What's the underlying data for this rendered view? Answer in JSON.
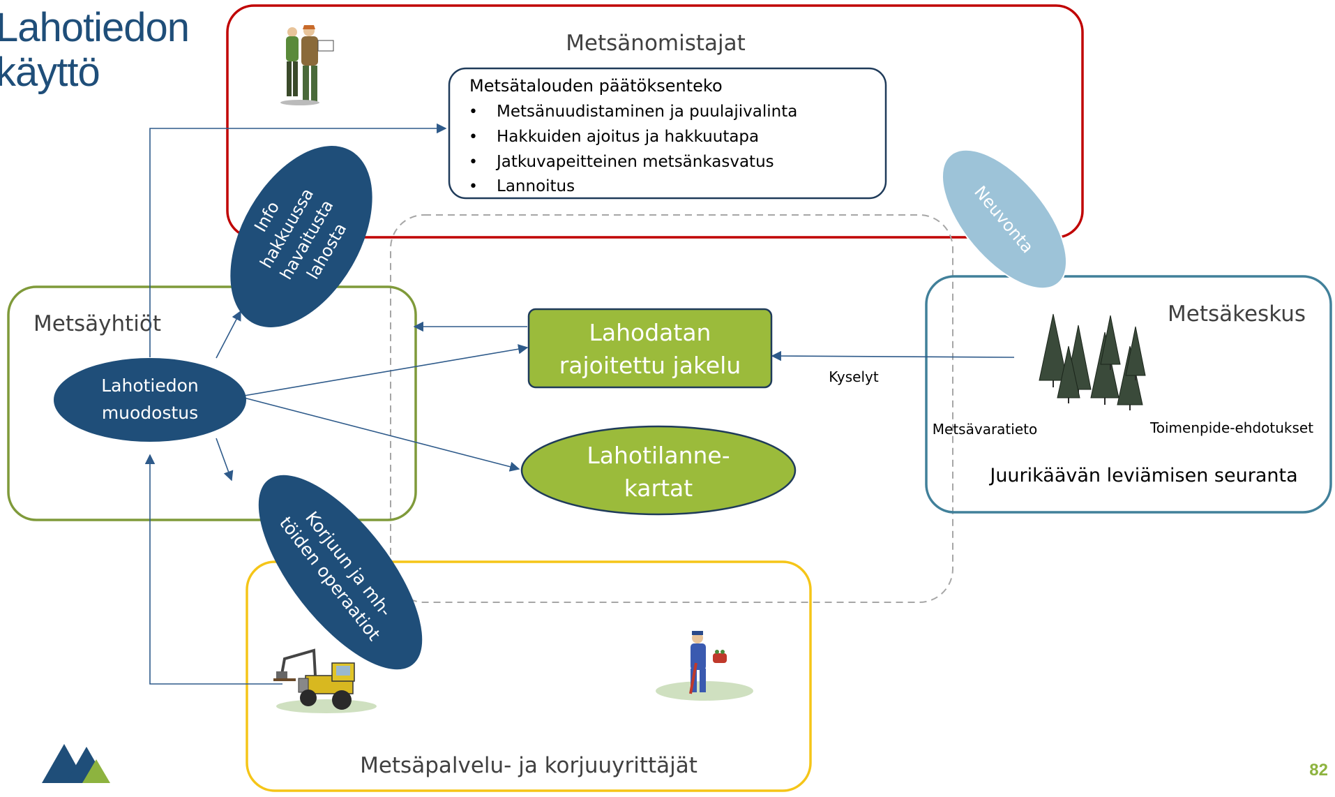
{
  "slide": {
    "title_line1": "Lahotiedon",
    "title_line2": "käyttö",
    "page_number": "82"
  },
  "colors": {
    "owners_border": "#c00000",
    "companies_border": "#7f9a3a",
    "center_border": "#a6a6a6",
    "contractors_border": "#f5c518",
    "forest_centre_border": "#41809a",
    "dark_blue": "#1f4e79",
    "light_blue": "#9dc3d8",
    "green_fill": "#9bbb3b",
    "arrow": "#2e5a8a"
  },
  "groups": {
    "owners": {
      "label": "Metsänomistajat",
      "icon": "forest-owners-people-icon"
    },
    "companies": {
      "label": "Metsäyhtiöt"
    },
    "forest_centre": {
      "label": "Metsäkeskus",
      "icon": "spruce-forest-icon",
      "sub_left": "Metsävaratieto",
      "sub_right": "Toimenpide-ehdotukset",
      "bottom": "Juurikäävän leviämisen seuranta"
    },
    "contractors": {
      "label": "Metsäpalvelu- ja korjuuyrittäjät",
      "icons": [
        "forest-machine-icon",
        "forest-worker-icon"
      ]
    }
  },
  "decision_box": {
    "title": "Metsätalouden päätöksenteko",
    "items": [
      "Metsänuudistaminen ja puulajivalinta",
      "Hakkuiden ajoitus ja hakkuutapa",
      "Jatkuvapeitteinen metsänkasvatus",
      "Lannoitus"
    ]
  },
  "nodes": {
    "formation_line1": "Lahotiedon",
    "formation_line2": "muodostus",
    "info_lines": [
      "Info",
      "hakkuussa",
      "havaitusta",
      "lahosta"
    ],
    "harvest_lines": [
      "Korjuun ja mh-",
      "töiden operaatiot"
    ],
    "advice": "Neuvonta",
    "distribution_line1": "Lahodatan",
    "distribution_line2": "rajoitettu jakelu",
    "maps_line1": "Lahotilanne-",
    "maps_line2": "kartat",
    "queries": "Kyselyt"
  },
  "logo": {
    "icon": "mountain-logo-icon"
  }
}
